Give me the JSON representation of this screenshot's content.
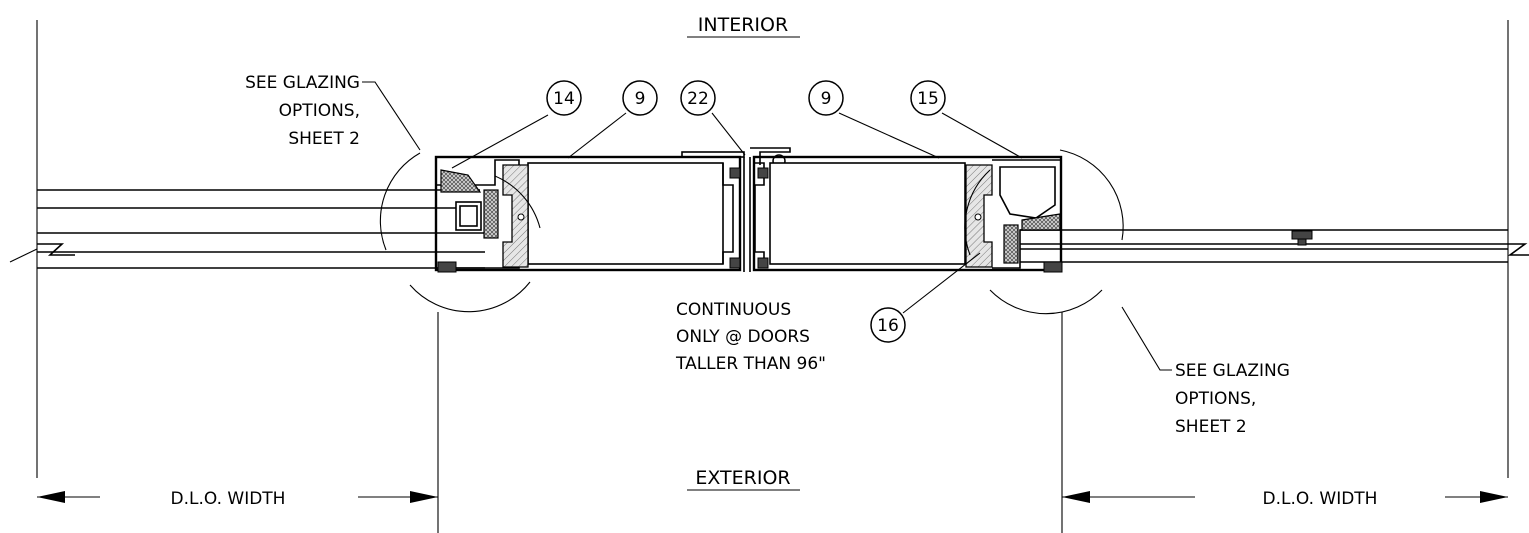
{
  "labels": {
    "interior": "INTERIOR",
    "exterior": "EXTERIOR",
    "glazing_note_left": [
      "SEE GLAZING",
      "OPTIONS,",
      "SHEET 2"
    ],
    "glazing_note_right": [
      "SEE GLAZING",
      "OPTIONS,",
      "SHEET 2"
    ],
    "continuous_note": [
      "CONTINUOUS",
      "ONLY @ DOORS",
      "TALLER THAN 96\""
    ],
    "dim_left": "D.L.O. WIDTH",
    "dim_right": "D.L.O. WIDTH"
  },
  "callouts": {
    "c14": "14",
    "c9a": "9",
    "c22": "22",
    "c9b": "9",
    "c15": "15",
    "c16": "16"
  },
  "colors": {
    "line": "#000000",
    "background": "#ffffff"
  }
}
